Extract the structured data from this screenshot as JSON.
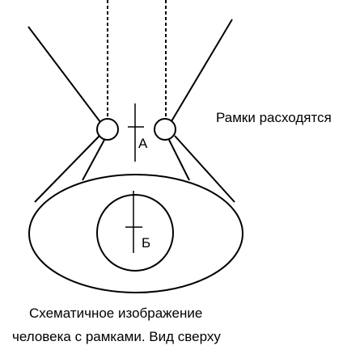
{
  "labels": {
    "diverge": "Рамки расходятся",
    "point_a": "А",
    "point_b": "Б"
  },
  "caption": {
    "line1": "Схематичное изображение",
    "line2": "человека с рамками. Вид сверху"
  },
  "colors": {
    "stroke": "#000000",
    "background": "#ffffff"
  }
}
